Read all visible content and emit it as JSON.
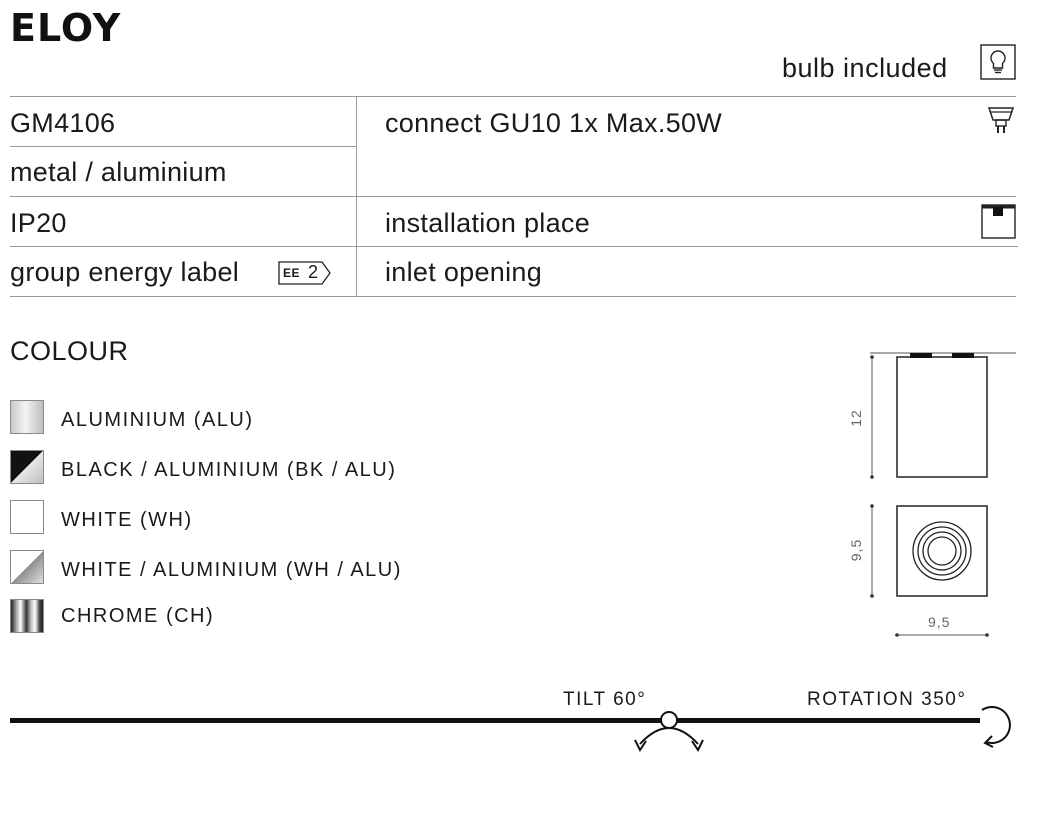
{
  "title": "ELOY",
  "bulb": {
    "label": "bulb included",
    "icon": "light-bulb-icon"
  },
  "specs": {
    "code": "GM4106",
    "material": "metal / aluminium",
    "connect": "connect GU10 1x Max.50W",
    "connect_icon": "gu10-bulb-icon",
    "ip": "IP20",
    "installation": "installation place",
    "installation_icon": "ceiling-mount-icon",
    "energy": "group energy label",
    "energy_badge": "EE",
    "energy_class": "2",
    "inlet": "inlet opening"
  },
  "colour": {
    "title": "COLOUR",
    "items": [
      {
        "label": "ALUMINIUM (ALU)",
        "swatch": "aluminium"
      },
      {
        "label": "BLACK / ALUMINIUM (BK / ALU)",
        "swatch": "black-aluminium"
      },
      {
        "label": "WHITE (WH)",
        "swatch": "white"
      },
      {
        "label": "WHITE / ALUMINIUM (WH / ALU)",
        "swatch": "white-aluminium"
      },
      {
        "label": "CHROME (CH)",
        "swatch": "chrome"
      }
    ]
  },
  "dimensions": {
    "height": "12",
    "depth": "9,5",
    "width": "9,5"
  },
  "tilt": {
    "label": "TILT 60°",
    "value_deg": 60
  },
  "rotation": {
    "label": "ROTATION 350°",
    "value_deg": 350
  }
}
